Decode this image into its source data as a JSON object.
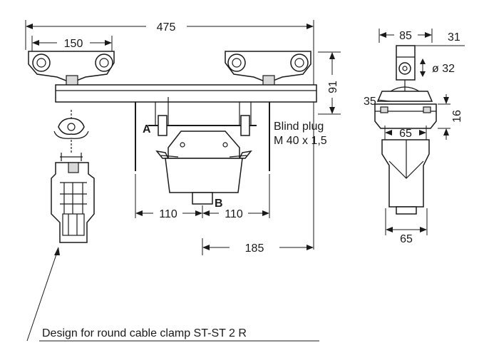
{
  "dimensions": {
    "overall_width": "475",
    "trolley_spacing": "150",
    "height_91": "91",
    "left_110": "110",
    "right_110": "110",
    "bottom_185": "185",
    "side_width_85": "85",
    "side_31": "31",
    "side_diameter_32": "ø 32",
    "side_35": "35",
    "side_16": "16",
    "side_inner_65": "65",
    "side_bottom_65": "65"
  },
  "labels": {
    "point_a": "A",
    "point_b": "B",
    "blind_plug_line1": "Blind plug",
    "blind_plug_line2": "M 40 x 1,5",
    "caption": "Design for round cable clamp ST-ST 2 R"
  }
}
